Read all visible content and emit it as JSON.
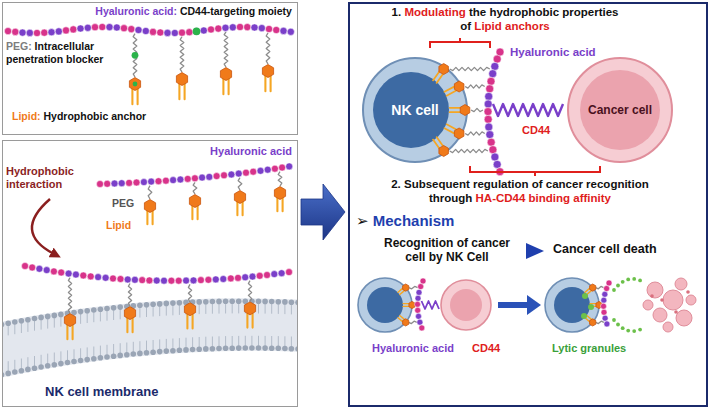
{
  "diagram": {
    "nodes": [
      {
        "text": [
          "Hyaluronic acid:",
          "CD44-targeting moiety",
          "PEG:",
          "Intracellular penetration blocker",
          "Lipid:",
          "Hydrophobic anchor"
        ]
      },
      {
        "text": [
          "Hyaluronic acid",
          "Hydrophobic interaction",
          "PEG",
          "Lipid",
          "NK cell membrane"
        ]
      },
      {
        "text": [
          "1.",
          "Modulating",
          "the hydrophobic properties",
          "of",
          "Lipid anchors",
          "Hyaluronic acid",
          "CD44",
          "2. Subsequent regulation of cancer recognition",
          "through",
          "HA-CD44 binding affinity",
          "➢",
          "Mechanism",
          "Recognition of cancer cell by NK Cell",
          "Cancer cell death",
          "Hyaluronic acid",
          "CD44",
          "Lytic granules"
        ]
      },
      {
        "text": [
          "NK cell"
        ],
        "in": 2
      },
      {
        "text": [
          "Cancer cell"
        ],
        "in": 2
      }
    ],
    "edges": [
      {
        "from": 1,
        "to": 2,
        "arrow": "to"
      }
    ]
  }
}
